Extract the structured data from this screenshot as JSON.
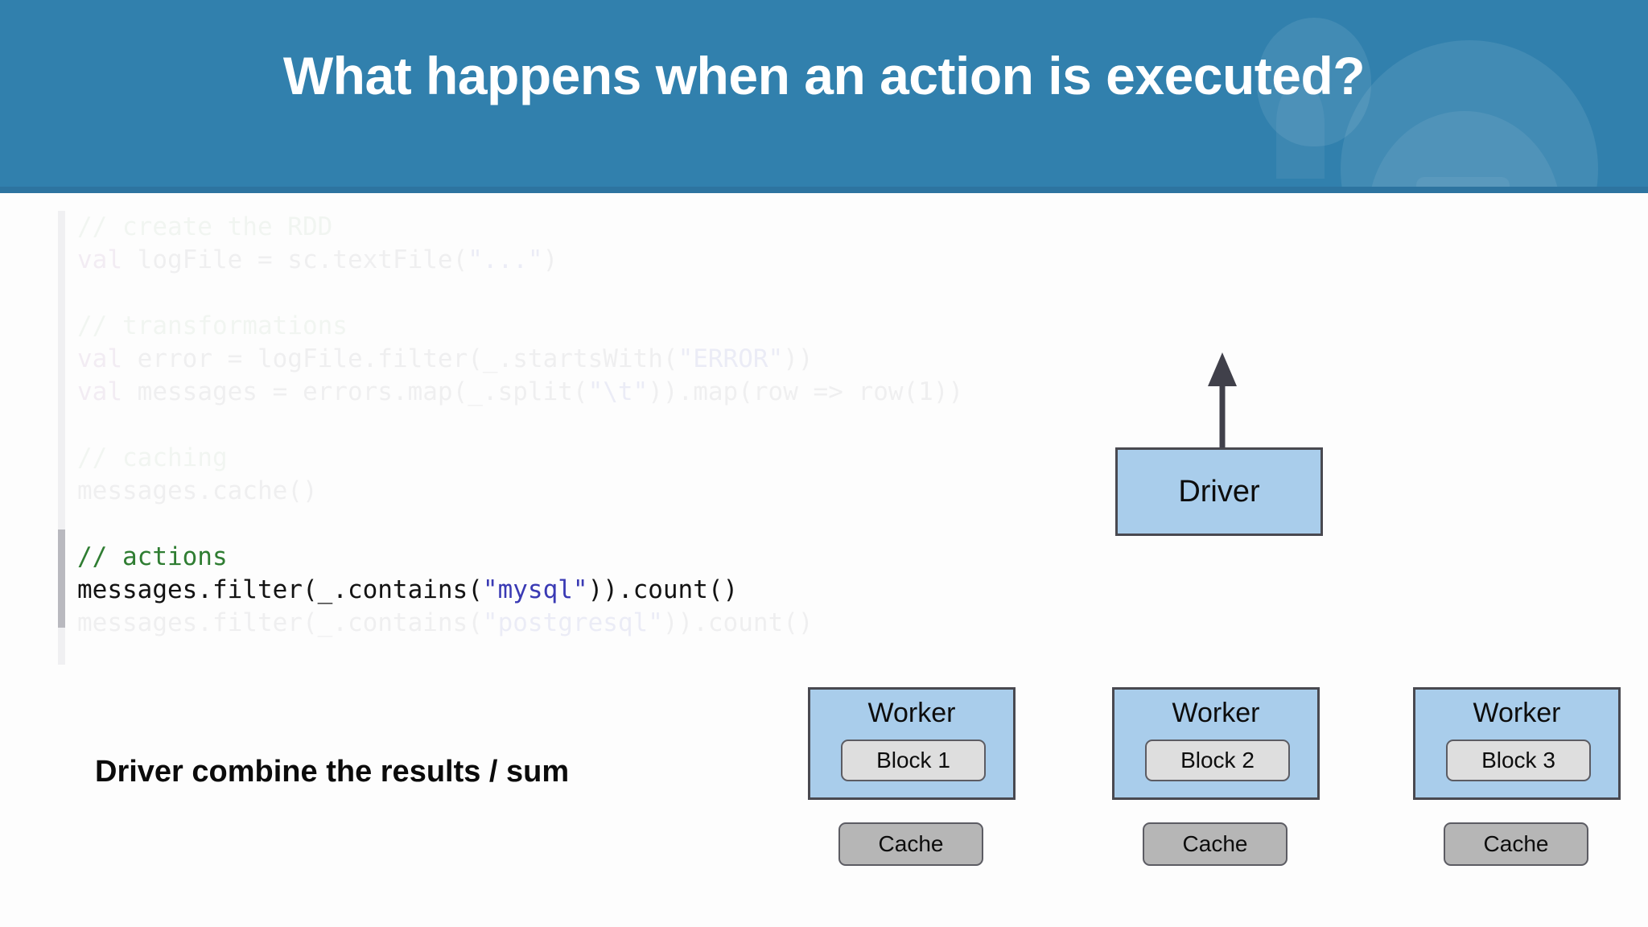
{
  "slide": {
    "title": "What happens when an action is executed?",
    "caption": "Driver combine the results / sum",
    "background_color": "#fdfdfd"
  },
  "header": {
    "background_color": "#3180ad",
    "underline_color": "#2d74a0",
    "title_color": "#ffffff"
  },
  "code": {
    "language": "scala",
    "lines": [
      {
        "text": "// create the RDD",
        "state": "faded",
        "kind": "comment"
      },
      {
        "text": "val logFile = sc.textFile(\"...\")",
        "state": "faded",
        "kind": "code"
      },
      {
        "text": "",
        "state": "faded",
        "kind": "blank"
      },
      {
        "text": "// transformations",
        "state": "faded",
        "kind": "comment"
      },
      {
        "text": "val error = logFile.filter(_.startsWith(\"ERROR\"))",
        "state": "faded",
        "kind": "code"
      },
      {
        "text": "val messages = errors.map(_.split(\"\\t\")).map(row => row(1))",
        "state": "faded",
        "kind": "code"
      },
      {
        "text": "",
        "state": "faded",
        "kind": "blank"
      },
      {
        "text": "// caching",
        "state": "faded",
        "kind": "comment"
      },
      {
        "text": "messages.cache()",
        "state": "faded",
        "kind": "code"
      },
      {
        "text": "",
        "state": "faded",
        "kind": "blank"
      },
      {
        "text": "// actions",
        "state": "highlighted",
        "kind": "comment"
      },
      {
        "text": "messages.filter(_.contains(\"mysql\")).count()",
        "state": "highlighted",
        "kind": "code"
      },
      {
        "text": "messages.filter(_.contains(\"postgresql\")).count()",
        "state": "faded",
        "kind": "code"
      }
    ],
    "highlight_comment_color": "#2f7d32",
    "highlight_code_color": "#131313",
    "highlight_string_color": "#3a3ab4",
    "gutter_color": "#f0f0f2",
    "gutter_active_color": "#b9b9bf"
  },
  "diagram": {
    "arrow": {
      "name": "result-arrow",
      "direction": "up",
      "color": "#40404a"
    },
    "driver": {
      "label": "Driver",
      "fill": "#a9cdeb",
      "border": "#494950"
    },
    "workers": [
      {
        "label": "Worker",
        "block": "Block 1",
        "cache": "Cache"
      },
      {
        "label": "Worker",
        "block": "Block 2",
        "cache": "Cache"
      },
      {
        "label": "Worker",
        "block": "Block 3",
        "cache": "Cache"
      }
    ],
    "block_fill": "#dedede",
    "cache_fill": "#b6b6b6"
  }
}
